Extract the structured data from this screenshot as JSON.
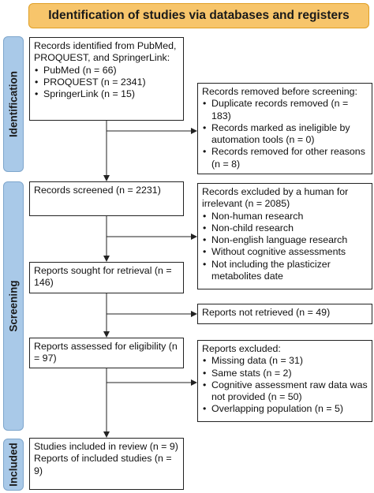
{
  "header": {
    "title": "Identification of studies via databases and registers"
  },
  "phases": {
    "identification": "Identification",
    "screening": "Screening",
    "included": "Included"
  },
  "boxes": {
    "identified": {
      "text": "Records identified from PubMed, PROQUEST, and SpringerLink:",
      "items": [
        "PubMed (n = 66)",
        "PROQUEST (n = 2341)",
        "SpringerLink (n = 15)"
      ]
    },
    "removed": {
      "text": "Records removed before screening:",
      "items": [
        "Duplicate records removed (n = 183)",
        "Records marked as ineligible by automation tools (n = 0)",
        "Records removed for other reasons (n = 8)"
      ]
    },
    "screened": {
      "text": "Records screened (n = 2231)"
    },
    "excluded_human": {
      "text": "Records excluded by a human for irrelevant (n = 2085)",
      "items": [
        "Non-human research",
        "Non-child research",
        "Non-english language research",
        "Without cognitive assessments",
        "Not including the plasticizer metabolites date"
      ]
    },
    "sought": {
      "text": "Reports sought for retrieval (n = 146)"
    },
    "not_retrieved": {
      "text": "Reports not retrieved (n = 49)"
    },
    "assessed": {
      "text": "Reports assessed for eligibility (n = 97)"
    },
    "reports_excluded": {
      "text": "Reports excluded:",
      "items": [
        "Missing data (n = 31)",
        "Same stats (n = 2)",
        "Cognitive assessment raw data was not provided (n = 50)",
        "Overlapping population (n = 5)"
      ]
    },
    "included": {
      "lines": [
        "Studies included in review (n = 9)",
        "Reports of included studies (n = 9)"
      ]
    }
  },
  "colors": {
    "header_fill": "#f7c56b",
    "phase_fill": "#a9c9e8",
    "line": "#222222"
  }
}
